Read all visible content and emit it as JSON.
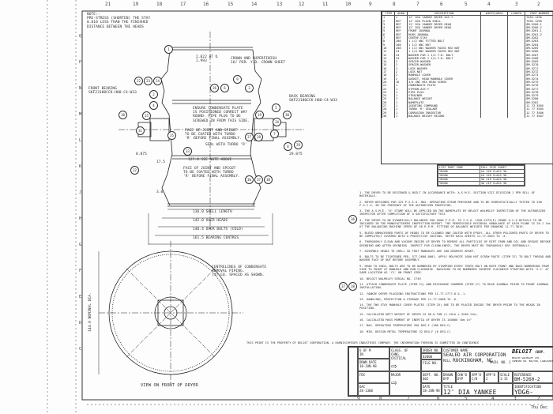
{
  "border": {
    "columns": [
      "21",
      "19",
      "18",
      "17",
      "16",
      "15",
      "14",
      "13",
      "12",
      "11",
      "10",
      "9",
      "8",
      "7",
      "6",
      "5",
      "4",
      "3",
      "2"
    ],
    "rows": [
      "Q",
      "P",
      "N",
      "M",
      "L",
      "K",
      "J",
      "H",
      "G",
      "F",
      "E",
      "D",
      "C"
    ]
  },
  "note_top": "NOTE:-\nPRE-STRESS (SHORTEN) THE STAY\n0.010 LESS THAN THE FINISHED\nDISTANCE BETWEEN THE HEADS",
  "labels": {
    "dim_top": "2.022 AT ℄\n1.993",
    "crown": "CROWN AND SUPERFINISH\n16/ PER. Y.D. CROWN SHEET",
    "front_bearing": "FRONT BEARING\nSKF23180CCK-H80-C4-W33",
    "back_bearing": "BACK BEARING\nSKF23180CCK-H80-C4-W33",
    "condensate": "ENSURE CONDENSATE PLATE\nIS POSITIONED CORRECT WAY\nROUND. PIPE PLUG TO BE\nSCREWED IN FROM THIS SIDE.",
    "face_joint_1": "FACE OF JOINT AND SPIGOT\nTO BE COATED WITH TURBO\n'R' BEFORE FINAL ASSEMBLY.",
    "seal": "SEAL WITH TURBO 'R'",
    "face_joint_2": "FACE OF JOINT AND SPIGOT\nTO BE COATED WITH TURBO\n'R' BEFORE FINAL ASSEMBLY.",
    "dim_8875": "8.875",
    "dim_29875": "29.875",
    "dim_127": "127.0 SEE NOTE ABOVE",
    "dim_136": "136.0 SHELL LENGTH",
    "dim_142": "142.0 OVER HEADS",
    "dim_1464": "146.4 OVER BOLTS (COLD)",
    "dim_1615": "161.5 BEARING CENTRES",
    "dim_side": "17.5",
    "dim_side2": "3.0",
    "centrelines": "CENTRELINES OF CONDENSATE\nREMOVAL PIPING.\n(4) EQ. SPACED AS SHOWN.",
    "dia": "144.0 NOMINAL DIA.",
    "view_front": "VIEW ON FRONT OF DRYER"
  },
  "bubbles": [
    "1",
    "22",
    "23",
    "24",
    "2",
    "4",
    "25",
    "26",
    "6",
    "3",
    "5",
    "34",
    "30",
    "31",
    "32",
    "35",
    "27",
    "28",
    "33",
    "36",
    "37",
    "38",
    "19",
    "7",
    "8",
    "29",
    "10",
    "9"
  ],
  "parts_list": {
    "headers": [
      "ITEM",
      "QUAN",
      "DESCRIPTION",
      "WIDTH/AREA",
      "LENGTH",
      "PART NUMBER"
    ],
    "rows": [
      [
        "1",
        "1",
        "12' DIA YANKEE DRYER ASS'Y",
        "",
        "",
        "7092-1296"
      ],
      [
        "2",
        "REF",
        "12' DIA PLAIN SHELL",
        "",
        "",
        "7092-1298"
      ],
      [
        "3",
        "REF",
        "12' DIA YANKEE DRYER HEAD",
        "",
        "",
        "8M-5260-1"
      ],
      [
        "4",
        "REF",
        "12' DIA YANKEE DRYER HEAD",
        "",
        "",
        "8M-5260-2"
      ],
      [
        "5",
        "REF",
        "FRONT JOURNAL",
        "",
        "",
        "8M-5261-1"
      ],
      [
        "6",
        "REF",
        "REAR JOURNAL",
        "",
        "",
        "8M-5261-2"
      ],
      [
        "7",
        "REF",
        "CENTRE STAY",
        "",
        "",
        "8M-5262"
      ],
      [
        "8",
        "208",
        "1 1/2 UNC FITTED BOLT",
        "",
        "",
        "8M-5263"
      ],
      [
        "9",
        "208",
        "1 1/2 UNC NUT",
        "",
        "",
        "8M-5264"
      ],
      [
        "10",
        "208",
        "1 1/2 UNC WASHER FACED HEX NUT",
        "",
        "",
        "8M-5265"
      ],
      [
        "11",
        "24",
        "1 1/4 UNC WASHER FACED HEX NUT",
        "",
        "",
        "8M-5266"
      ],
      [
        "12",
        "24",
        "WASHER FOR 1 1/2 Y.D. BOLT",
        "",
        "",
        "8M-5267"
      ],
      [
        "13",
        "24",
        "WASHER FOR 1 1/4 Y.D. BOLT",
        "",
        "",
        "8M-5268"
      ],
      [
        "14",
        "2",
        "SPACER WASHER",
        "",
        "",
        "8M-5269"
      ],
      [
        "15",
        "2",
        "SPACER WASHER",
        "",
        "",
        "8M-5270"
      ],
      [
        "16",
        "2",
        "LOCK WASHER",
        "",
        "",
        "8M-5271"
      ],
      [
        "17",
        "2",
        "LOCK NUT",
        "",
        "",
        "8M-5272"
      ],
      [
        "18",
        "2",
        "MANHOLE COVER",
        "",
        "",
        "8M-5273"
      ],
      [
        "19",
        "2",
        "GASKET, HEAD MANHOLE COVER",
        "",
        "",
        "8M-5274"
      ],
      [
        "20",
        "16",
        "3/4 UNC HEX HEAD SCREW",
        "",
        "",
        "8M-5275"
      ],
      [
        "21",
        "1",
        "CONDENSATE PLATE",
        "",
        "",
        "8M-5276"
      ],
      [
        "22",
        "1",
        "SYPHON ASS'Y",
        "",
        "",
        "8M-5277"
      ],
      [
        "23",
        "1",
        "PIPE PLUG",
        "",
        "",
        "8M-5278"
      ],
      [
        "24",
        "1",
        "STRAINER",
        "",
        "",
        "8M-5279"
      ],
      [
        "25",
        "2",
        "BALANCE WEIGHT",
        "",
        "",
        "8M-5280"
      ],
      [
        "26",
        "1",
        "NAMEPLATE",
        "",
        "",
        "8M-5281"
      ],
      [
        "27",
        "1",
        "JOINTING COMPOUND",
        "",
        "",
        "11 73 3505"
      ],
      [
        "28",
        "1",
        "TURBO 'R' SEALANT",
        "",
        "",
        "11 77 3505"
      ],
      [
        "29",
        "1",
        "CORROSION INHIBITOR",
        "",
        "",
        "11 77 3506"
      ],
      [
        "30",
        "1",
        "BALANCE WEIGHT RECORD",
        "",
        "",
        "11 77 3507"
      ]
    ]
  },
  "sizes_table": {
    "headers": [
      "LIST PART CODE",
      "FULL SIZE SHEET"
    ],
    "rows": [
      [
        "YDG66",
        "1A 120 CLASS 30"
      ],
      [
        "YDG66",
        "1A 120 CLASS 30"
      ],
      [
        "YDG66",
        "3A 219 CLASS 30"
      ],
      [
        "YDG66",
        "3A 219 CLASS 30"
      ]
    ]
  },
  "notes": [
    "1. THE DRYER TO BE DESIGNED & BUILT IN ACCORDANCE WITH: A.S.M.E. SECTION VIII DIVISION 1 PER BILL OF MATERIALS.",
    "2. DRYER DESIGNED FOR 125 P.S.I.G. MAX. OPERATING STEAM PRESSURE AND TO BE HYDROSTATICALLY TESTED TO 250 P.S.I.G. IN THE PRESENCE OF THE AUTHORIZED INSPECTOR.",
    "3. THE A.S.M.E. \"U\" STAMP WILL BE APPLIED ON THE NAMEPLATE BY BELOIT WALMSLEY INSPECTION OF THE AUTHORIZED INSPECTOR AFTER COMPLETION OF A SATISFACTORY TEST.",
    "4. THE DRYER TO BE DYNAMICALLY BALANCED FOR 2600 F.P.M. TO I.S.O. 1940-1973(E) GRADE G.2.5 DETAILS TO BE INCLUDED IN THE MANUFACTURERS INSPECTION REPORT. THE PERMISSIBLE RESIDUAL UNBALANCE AT EACH PLANE IS 26.1 lbs AT THE BALANCING MACHINE SPEED OF 50 R.P.M. FITTING OF BALANCE WEIGHTS PER DRAWING 11-77-3019.",
    "5. BLEED UNMACHINED PARTS OF HEADS TO BE CLEANED AND COATED WITH EPOXY. ALL OTHER POLISHED PARTS OF DRYER TO BE COMPLETELY COVERED WITH A PROTECTIVE COATING. REFER DATA SHEETS 11-77-2003 TO -4.",
    "6. THOROUGHLY CLEAN AND VACUUM INSIDE OF DRYER TO REMOVE ALL PARTICLES OF DIRT IRON AND OIL AND GREASE BEFORE GRINDING AND AFTER GRINDING. INSPECT FOR CLEANLINESS. THE DRYER MUST BE THOROUGHLY DRY INTERNALLY.",
    "7. ASSEMBLE HEADS TO SHELL SO THAT MANHOLES ARE 180 DEGREES APART.",
    "8. BOLTS TO BE TIGHTENED PER. 577-2600-0001. APPLY MOLYKOTE 1000 HOT SCREW PASTE (ITEM 37) TO BOLT THREAD AND WASHER FACE OF NUT BEFORE ASSEMBLY.",
    "9. HEAD TO SHELL BOLTS ARE TO BE NUMBERED BY STAMPING EVERY TENTH BOLT ON BOTH FRONT AND BACK NUMBERING FROM SIDE TO POINT AT MANHOLE AND RUN CLOCKWISE. BACKSIDE TO BE NUMBERED COUNTER CLOCKWISE STARTING WITH 'S-1' AT SAME LOCATION AS 'C1' ON FRONT SIDE.",
    "10. BELOIT WALMSLEY SERIAL NO. C749",
    "11. ATTACH CONDENSATE PLATE (ITEM 21) AND DISCHARGE CHAMBER (ITEM 27) TO REAR JOURNAL PRIOR TO FRONT JOURNAL INSTALLATION.",
    "12. YANKEE DRYER PLUGGING INSTRUCTIONS PER 11-77-2777-0 & -1.",
    "13. HANDLING, PROTECTION & STORAGE PER 11-77-2088 TO -6.",
    "14. THE TWO STAY MANHOLE COVER PLATES (ITEM 25) ARE TO BE PLACED INSIDE THE DRYER PRIOR TO THE HEADS IN POSITION.",
    "15. CALCULATED NETT WEIGHT OF DRYER IS 50.0 TON (1.10lb x 3240.1lb).",
    "16. CALCULATED MASS MOMENT OF INERTIA OF DRYER IS 140000 lbm in²",
    "17. MAX. OPERATING TEMPERATURE 350 DEG.F (180 DEG.C)",
    "18. MIN. DESIGN METAL TEMPERATURE 32 DEG.F (0 DEG.C)"
  ],
  "property_notice": "THIS PRINT IS THE PROPERTY OF BELOIT CORPORATION, A HARNISCHFEGER INDUSTRIES COMPANY. THE INFORMATION THEREON IS SUBMITTED IN CONFIDENCE",
  "title_block": {
    "u_of_m_label": "U OF M",
    "u_of_m": "IN",
    "class_label": "CLASS. OF CHNG.",
    "critical": "CRITICAL",
    "major": "MAJOR",
    "drwn_date_label": "DRWN DATE",
    "drwn_date": "18-JUN-98",
    "fdc": "FDC",
    "dac_label": "DAC",
    "dac": "28-1300",
    "order_no_label": "ORDER NO.",
    "order_no": "02800",
    "file_no_label": "FILE NO.",
    "cust_label": "CUSTOMER NAME",
    "customer": "SEALED AIR CORPORATION",
    "mill_label": "MILL",
    "mill": "ROCKINGHAM, NC",
    "mach_label": "MACH. NO.",
    "mach_no": "1",
    "dept_label": "DEPT. NO.",
    "dept": "D02",
    "drawn_label": "DRAWN",
    "drawn": "DYP",
    "chkd_label": "CHK'D",
    "chkd": "DYP",
    "appd_label": "APP'D",
    "appd": "C/B",
    "appd2_label": "APP'D 2",
    "scale_label": "SCALE",
    "scale": "1:15",
    "date_label": "DATE",
    "date": "18-JUN-98",
    "title_label": "TITLE",
    "title": "12' DIA YANKEE DRYER ASS'Y",
    "company": "BELOIT",
    "company_suffix": "CORP.",
    "subsidiary": "BELOIT WALMSLEY LTD.\nCOMPANY NO. BOLTON, LANCASHIRE ENGLAND",
    "reference_label": "REFERENCE",
    "reference": "BM-5260-2",
    "ident_label": "IDENTIFICATION",
    "ident": "YDG6-",
    "sheet_label": "SHEET"
  },
  "bottom_cols": [
    "9",
    "8",
    "7",
    "6",
    "5",
    "4",
    "3",
    "2"
  ],
  "footer": "Thu Dec"
}
